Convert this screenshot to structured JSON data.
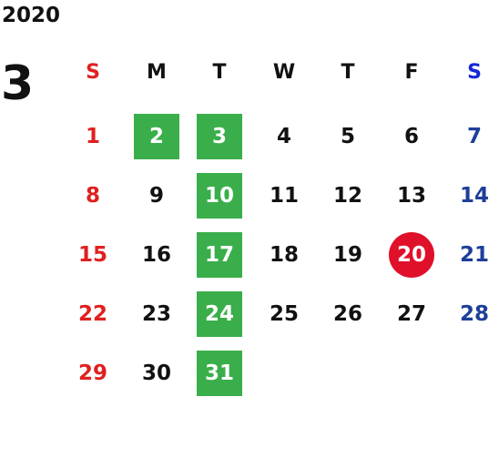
{
  "calendar": {
    "year": "2020",
    "month": "3",
    "weekdays": [
      "S",
      "M",
      "T",
      "W",
      "T",
      "F",
      "S"
    ],
    "first_weekday_index": 0,
    "days_in_month": 31,
    "highlighted_days": [
      2,
      3,
      10,
      17,
      24,
      31
    ],
    "today": 20
  },
  "colors": {
    "sunday": "#e02020",
    "saturday_header": "#1428d8",
    "saturday": "#1e3f99",
    "weekday": "#111111",
    "highlight": "#3aae4a",
    "today": "#e0102a"
  }
}
